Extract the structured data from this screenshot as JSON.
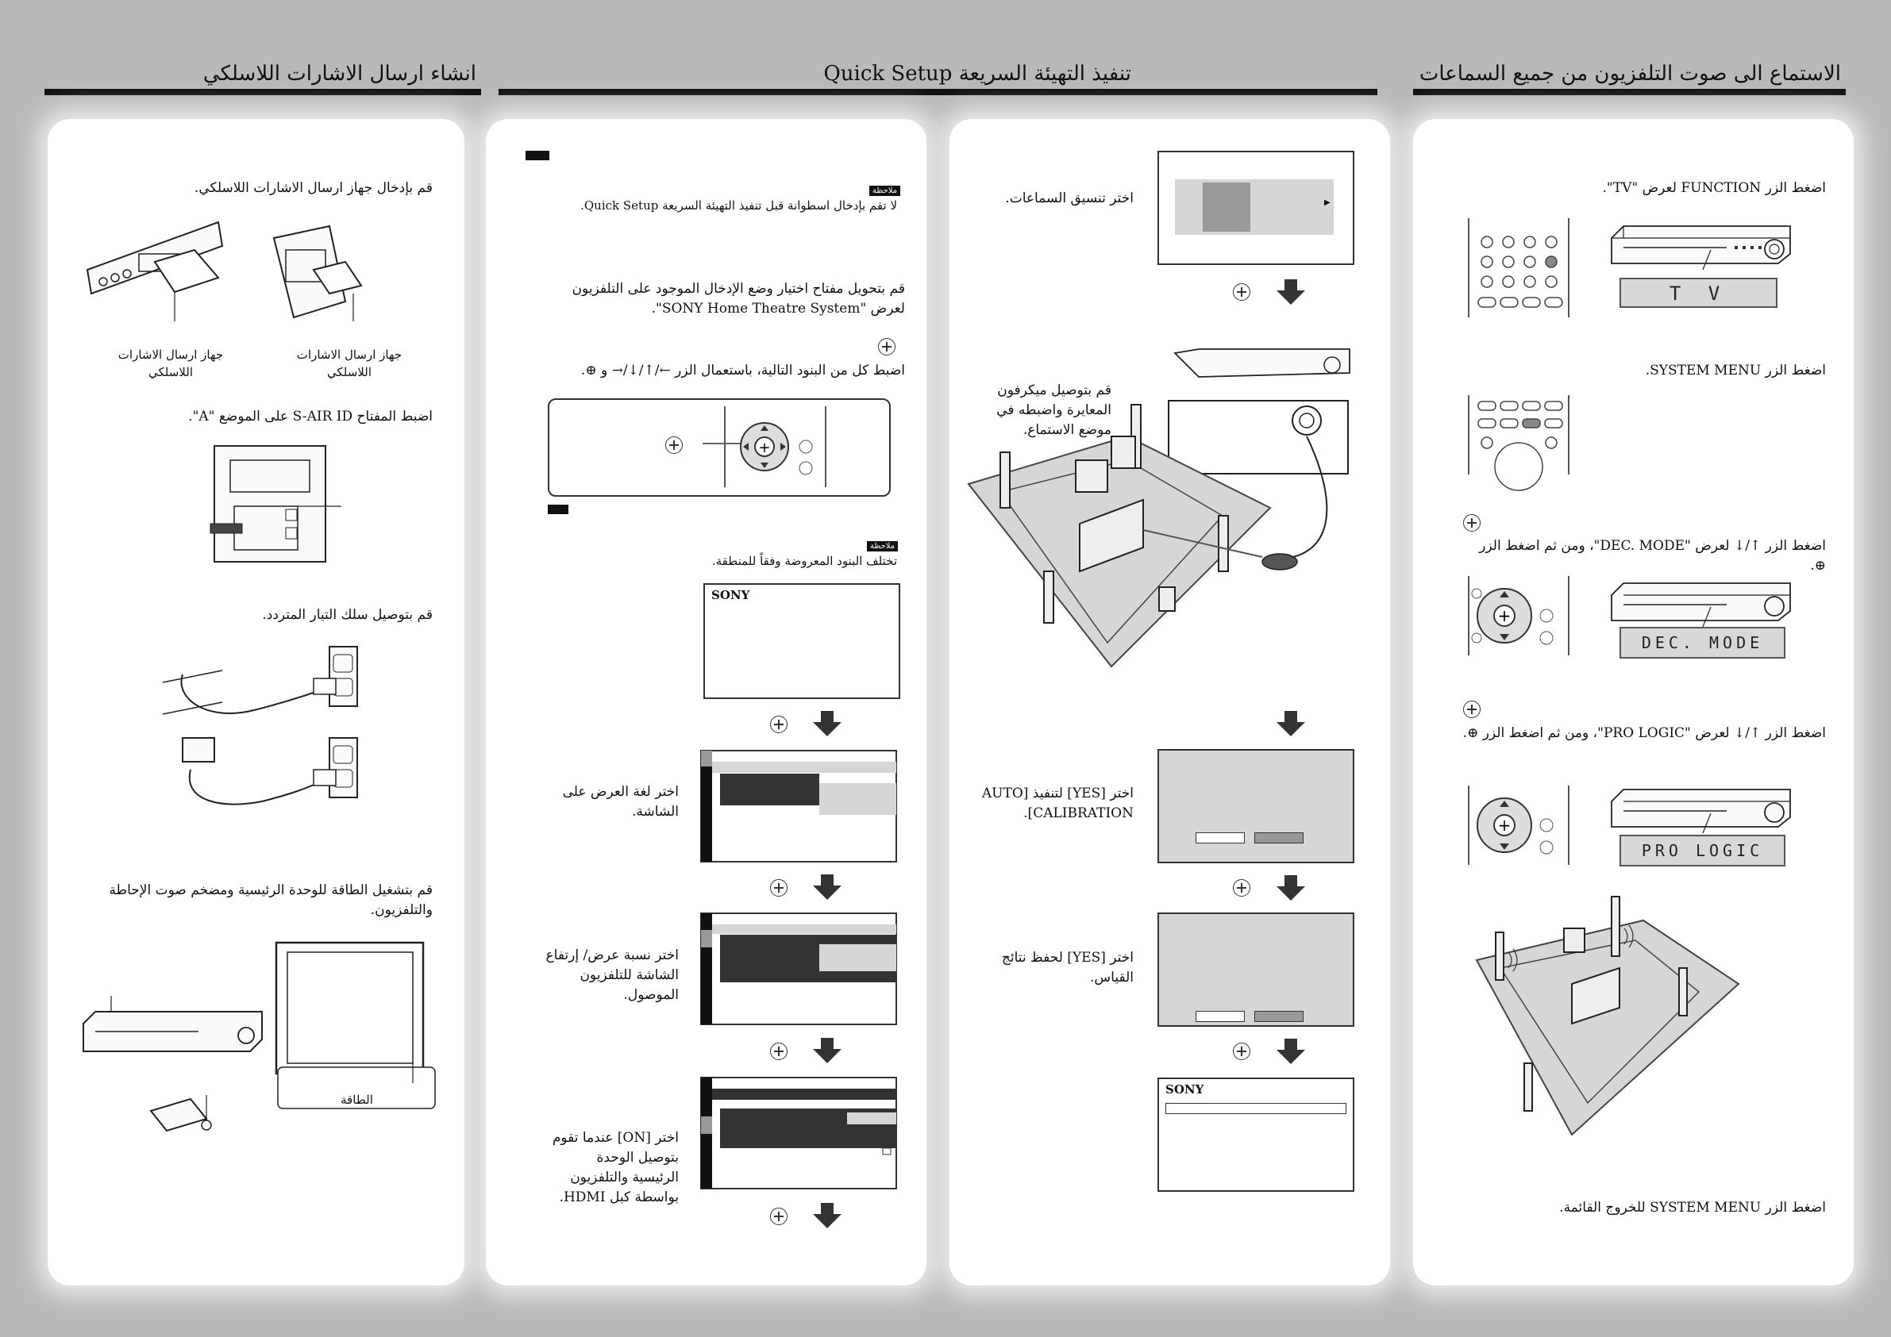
{
  "headers": {
    "right": "الاستماع الى صوت التلفزيون من جميع السماعات",
    "middle": "تنفيذ التهيئة السريعة Quick Setup",
    "left": "انشاء ارسال الاشارات اللاسلكي"
  },
  "note_label": "ملاحظة",
  "listen_panel": {
    "step1": "اضغط الزر FUNCTION لعرض \"TV\".",
    "lcd1": "T V",
    "step2": "اضغط الزر SYSTEM MENU.",
    "step3": "اضغط الزر ↑/↓ لعرض \"DEC. MODE\"، ومن ثم اضغط الزر ⊕.",
    "lcd3": "DEC. MODE",
    "step4": "اضغط الزر ↑/↓ لعرض \"PRO LOGIC\"، ومن ثم اضغط الزر ⊕.",
    "lcd4": "PRO LOGIC",
    "step5": "اضغط الزر SYSTEM MENU للخروج القائمة."
  },
  "calib_panel": {
    "speaker_layout": "اختر تنسيق السماعات.",
    "connect_mic": "قم بتوصيل ميكرفون المعايرة واضبطه في موضع الاستماع.",
    "auto_calib": "اختر [YES] لتنفيذ [AUTO CALIBRATION].",
    "save_results": "اختر [YES] لحفظ نتائج القياس.",
    "sony": "SONY"
  },
  "setup_panel": {
    "note1": "لا تقم بإدخال اسطوانة قبل تنفيذ التهيئة السريعة Quick Setup.",
    "switch_input": "قم بتحويل مفتاح اختيار وضع الإدخال الموجود على التلفزيون لعرض \"SONY Home Theatre System\".",
    "set_items": "اضبط كل من البنود التالية، باستعمال الزر ←/↑/↓/→ و ⊕.",
    "note2": "تختلف البنود المعروضة وفقاً للمنطقة.",
    "sony": "SONY",
    "osd_lang": "اختر لغة العرض على الشاشة.",
    "aspect": "اختر نسبة عرض/ إرتفاع الشاشة للتلفزيون الموصول.",
    "hdmi": "اختر [ON] عندما تقوم بتوصيل الوحدة الرئيسية والتلفزيون بواسطة كبل HDMI."
  },
  "wireless_panel": {
    "insert": "قم بإدخال جهاز ارسال الاشارات اللاسلكي.",
    "label_a": "جهاز ارسال الاشارات اللاسلكي",
    "label_b": "جهاز ارسال الاشارات اللاسلكي",
    "sair": "اضبط المفتاح S-AIR ID على الموضع \"A\".",
    "ac_cord": "قم بتوصيل سلك التيار المتردد.",
    "power_on": "قم بتشغيل الطاقة للوحدة الرئيسية ومضخم صوت الإحاطة والتلفزيون.",
    "power_label": "الطاقة"
  }
}
